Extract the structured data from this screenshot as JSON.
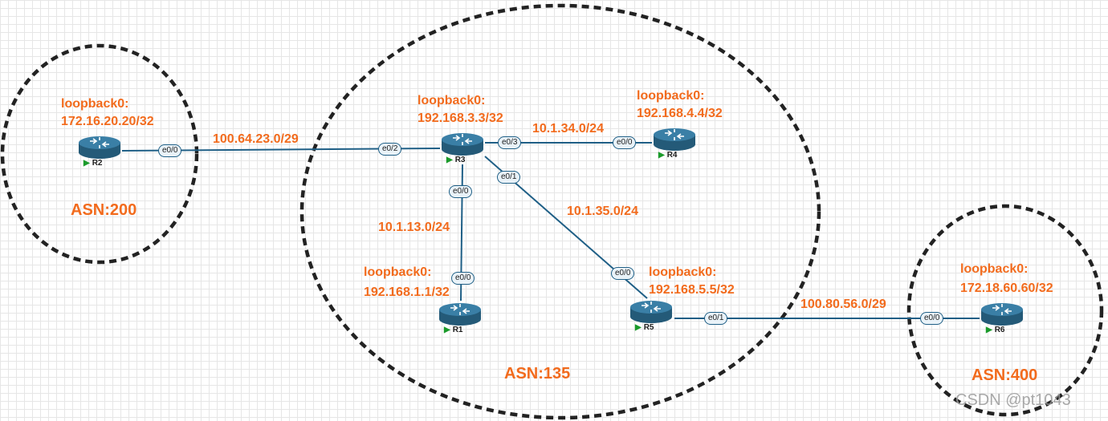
{
  "colors": {
    "label": "#f26b1d",
    "link": "#1f5f86",
    "router_body": "#2e6d8f",
    "zone_border": "#222222"
  },
  "zones": {
    "asn200": {
      "label": "ASN:200"
    },
    "asn135": {
      "label": "ASN:135"
    },
    "asn400": {
      "label": "ASN:400"
    }
  },
  "routers": {
    "r1": {
      "name": "R1",
      "loopback_label": "loopback0:",
      "loopback_ip": "192.168.1.1/32"
    },
    "r2": {
      "name": "R2",
      "loopback_label": "loopback0:",
      "loopback_ip": "172.16.20.20/32"
    },
    "r3": {
      "name": "R3",
      "loopback_label": "loopback0:",
      "loopback_ip": "192.168.3.3/32"
    },
    "r4": {
      "name": "R4",
      "loopback_label": "loopback0:",
      "loopback_ip": "192.168.4.4/32"
    },
    "r5": {
      "name": "R5",
      "loopback_label": "loopback0:",
      "loopback_ip": "192.168.5.5/32"
    },
    "r6": {
      "name": "R6",
      "loopback_label": "loopback0:",
      "loopback_ip": "172.18.60.60/32"
    }
  },
  "links": {
    "r2_r3": {
      "subnet": "100.64.23.0/29",
      "port_a": "e0/0",
      "port_b": "e0/2"
    },
    "r3_r4": {
      "subnet": "10.1.34.0/24",
      "port_a": "e0/3",
      "port_b": "e0/0"
    },
    "r3_r1": {
      "subnet": "10.1.13.0/24",
      "port_a": "e0/0",
      "port_b": "e0/0"
    },
    "r3_r5": {
      "subnet": "10.1.35.0/24",
      "port_a": "e0/1",
      "port_b": "e0/0"
    },
    "r5_r6": {
      "subnet": "100.80.56.0/29",
      "port_a": "e0/1",
      "port_b": "e0/0"
    }
  },
  "watermark": "CSDN @pt1043"
}
